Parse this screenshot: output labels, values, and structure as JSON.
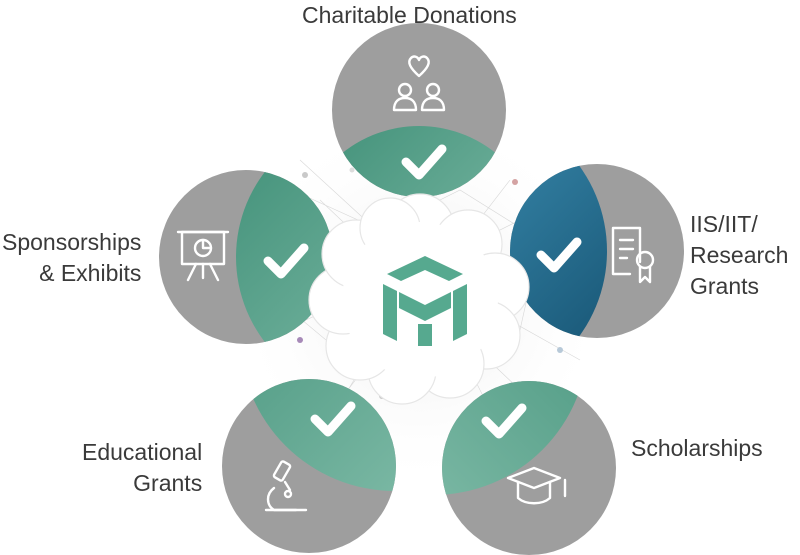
{
  "colors": {
    "node_gray": "#9d9d9d",
    "node_gray_dark": "#8e8e8e",
    "teal": "#4f9e86",
    "teal_light": "#86c0ad",
    "blue": "#2a7fa6",
    "blue_dark": "#17587a",
    "brand": "#56a98f",
    "label": "#3a3a3a"
  },
  "center": {
    "logo": "cloud-cube-logo-icon"
  },
  "nodes": [
    {
      "key": "charitable",
      "label_lines": [
        "Charitable Donations"
      ],
      "icon": "people-heart-icon",
      "check": "check-icon",
      "accent": "teal"
    },
    {
      "key": "research",
      "label_lines": [
        "IIS/IIT/",
        "Research",
        "Grants"
      ],
      "icon": "certificate-icon",
      "check": "check-icon",
      "accent": "blue"
    },
    {
      "key": "scholar",
      "label_lines": [
        "Scholarships"
      ],
      "icon": "graduation-cap-icon",
      "check": "check-icon",
      "accent": "teal"
    },
    {
      "key": "edu",
      "label_lines": [
        "Educational",
        "Grants"
      ],
      "icon": "microscope-icon",
      "check": "check-icon",
      "accent": "teal"
    },
    {
      "key": "sponsor",
      "label_lines": [
        "Sponsorships",
        "& Exhibits"
      ],
      "icon": "presentation-board-icon",
      "check": "check-icon",
      "accent": "teal"
    }
  ]
}
